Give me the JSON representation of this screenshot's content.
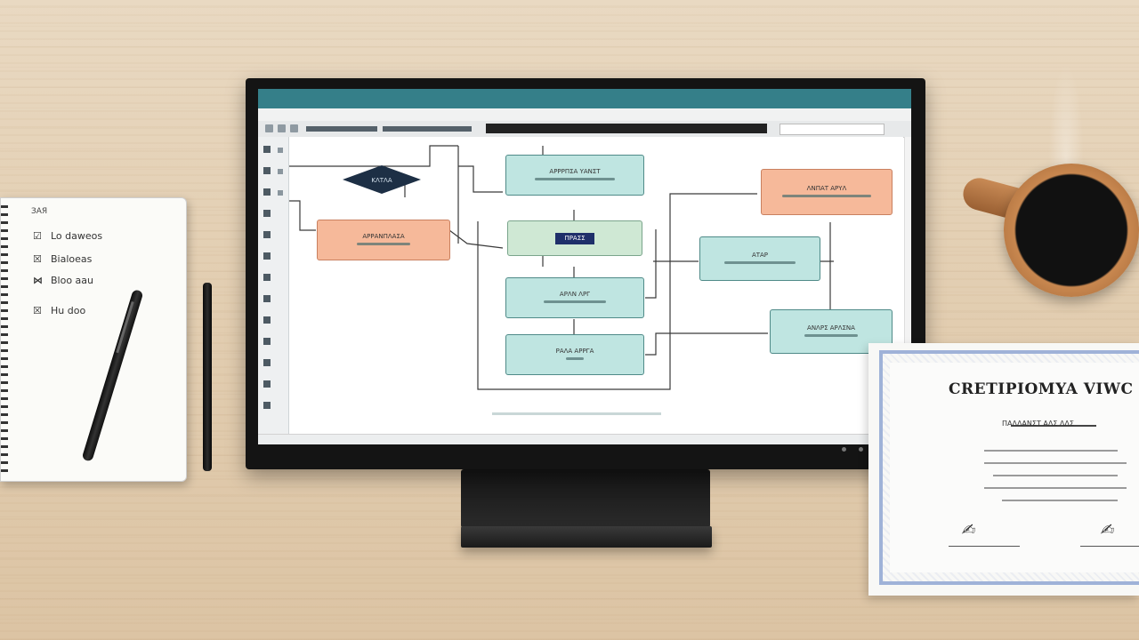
{
  "scene": {
    "colors": {
      "desk": "#e3cfb3",
      "titlebar": "#357f89",
      "node_teal": "#bfe5e1",
      "node_salmon": "#f6b99a",
      "diamond": "#1d2f45",
      "mug": "#c8874f",
      "certificate_border": "#9fb2d8"
    }
  },
  "notebook": {
    "header": "ЗАЯ",
    "items": [
      {
        "check": "☑",
        "text": "Lo daweos"
      },
      {
        "check": "☒",
        "text": "Bialoeas"
      },
      {
        "check": "⋈",
        "text": "Bloo aau"
      },
      {
        "check": "☒",
        "text": "Hu doo"
      }
    ]
  },
  "flowchart": {
    "diamond_text": "ΚΛΤΛΑ",
    "nodes": {
      "top": "ΑΡΡΡΠΣΑ ΥΑΝΣΤ",
      "left": "ΑΡΡΑΝΠΛΑΣΑ",
      "center": "ΠΡΑΣΣ",
      "right_top": "ΛΝΠΑΤ ΑΡΥΛ",
      "right_mid": "ΑΤΑΡ",
      "lower1": "ΑΡΛΝ ΛΡΓ",
      "lower2": "ΡΑΛΑ ΑΡΡΓΑ",
      "bottom_right": "ΑΝΛΡΣ ΑΡΛΣΝΑ"
    }
  },
  "certificate": {
    "title": "CRETIPIOMYA VIWC",
    "subtitle": "ΠΑΛΛΑΝΣΤ ΑΛΣ ΛΛΣ"
  }
}
